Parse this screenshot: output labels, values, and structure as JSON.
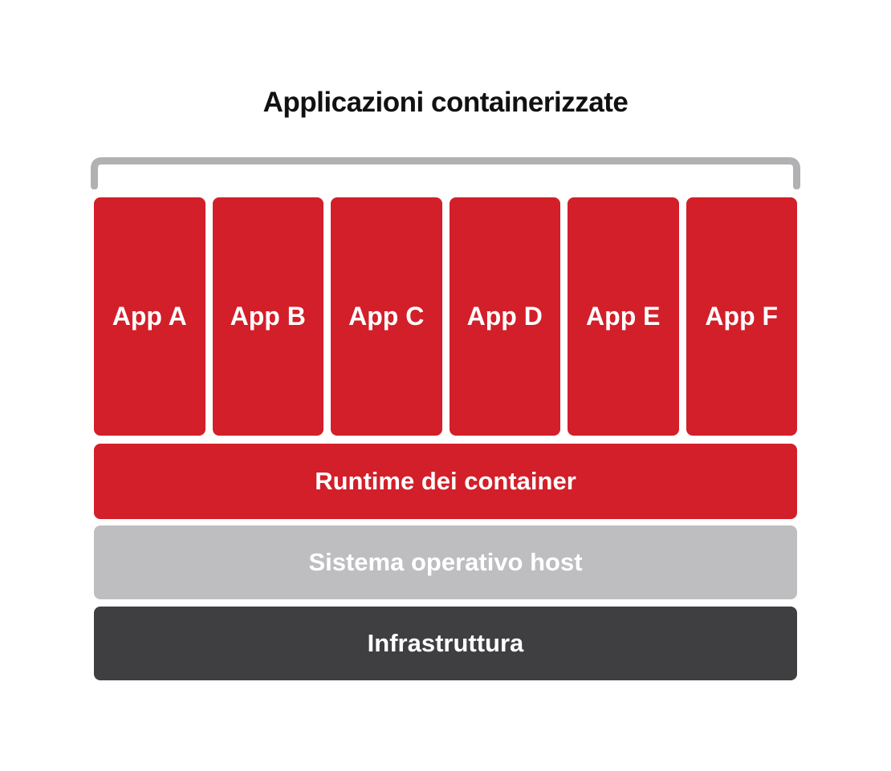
{
  "title": "Applicazioni containerizzate",
  "apps": [
    {
      "label": "App A"
    },
    {
      "label": "App B"
    },
    {
      "label": "App C"
    },
    {
      "label": "App D"
    },
    {
      "label": "App E"
    },
    {
      "label": "App F"
    }
  ],
  "layers": {
    "runtime": {
      "label": "Runtime dei container"
    },
    "host_os": {
      "label": "Sistema operativo host"
    },
    "infrastructure": {
      "label": "Infrastruttura"
    }
  },
  "colors": {
    "app-red": "#d21f29",
    "gray-light": "#bebec0",
    "dark": "#3f3f41",
    "bracket": "#b1b1b3",
    "text-light": "#ffffff",
    "title-text": "#111111",
    "background": "#ffffff"
  }
}
